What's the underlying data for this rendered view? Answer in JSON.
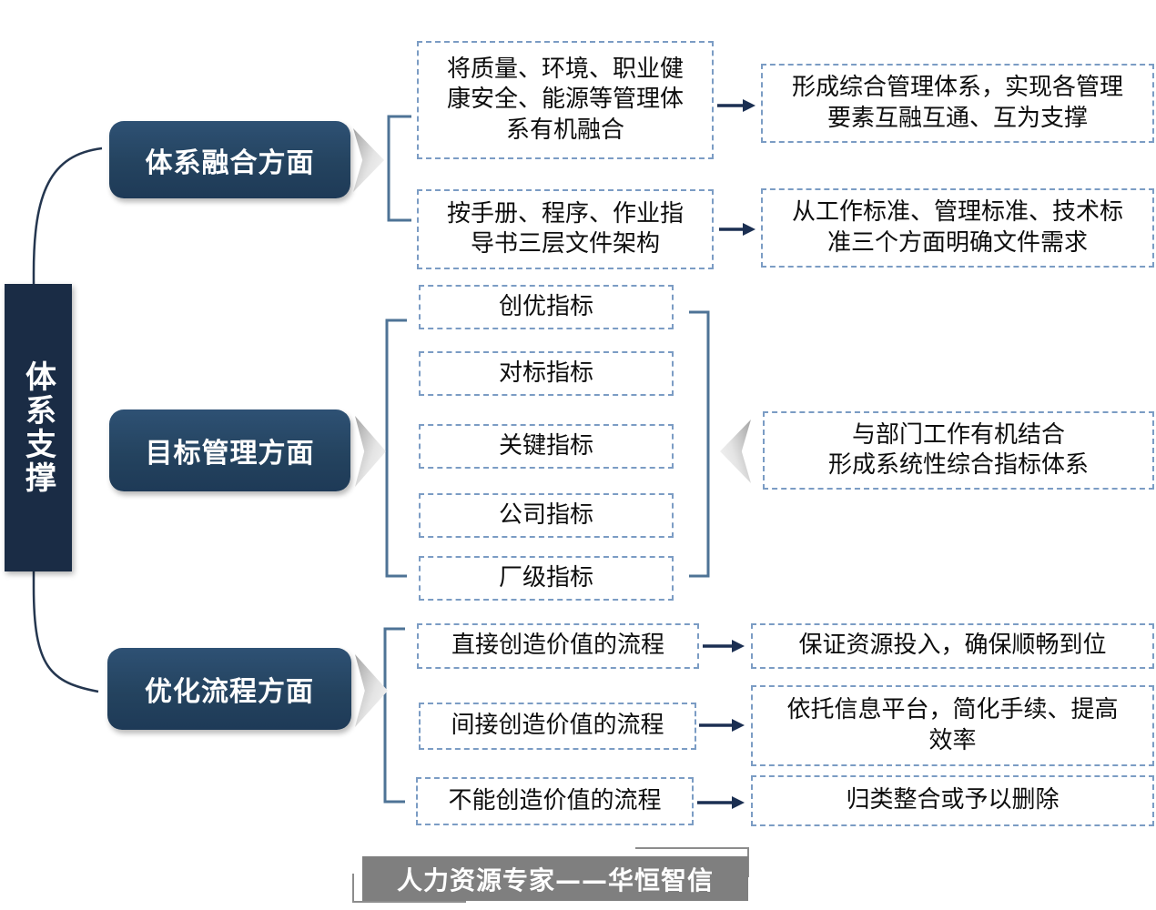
{
  "page": {
    "title_vertical": "体系支撑",
    "footer_banner": "人力资源专家——华恒智信"
  },
  "colors": {
    "navy_box_top": "#2e5174",
    "navy_box_bottom": "#1e3a57",
    "side_bar": "#1a2c45",
    "dashed_border": "#7b9cc4",
    "connector_arrow": "#1b2f52",
    "bracket_line": "#4e7396",
    "brace_curve": "#24364f",
    "chevron_gray": "#c6c6c6",
    "footer_bg": "#7f7f7f",
    "text": "#0d0d0d"
  },
  "sections": [
    {
      "label": "体系融合方面",
      "rows": [
        {
          "left": "将质量、环境、职业健康安全、能源等管理体系有机融合",
          "right": "形成综合管理体系，实现各管理要素互融互通、互为支撑"
        },
        {
          "left": "按手册、程序、作业指导书三层文件架构",
          "right": "从工作标准、管理标准、技术标准三个方面明确文件需求"
        }
      ]
    },
    {
      "label": "目标管理方面",
      "indicators": [
        "创优指标",
        "对标指标",
        "关键指标",
        "公司指标",
        "厂级指标"
      ],
      "summary_line1": "与部门工作有机结合",
      "summary_line2": "形成系统性综合指标体系"
    },
    {
      "label": "优化流程方面",
      "rows": [
        {
          "left": "直接创造价值的流程",
          "right": "保证资源投入，确保顺畅到位"
        },
        {
          "left": "间接创造价值的流程",
          "right": "依托信息平台，简化手续、提高效率"
        },
        {
          "left": "不能创造价值的流程",
          "right": "归类整合或予以删除"
        }
      ]
    }
  ]
}
